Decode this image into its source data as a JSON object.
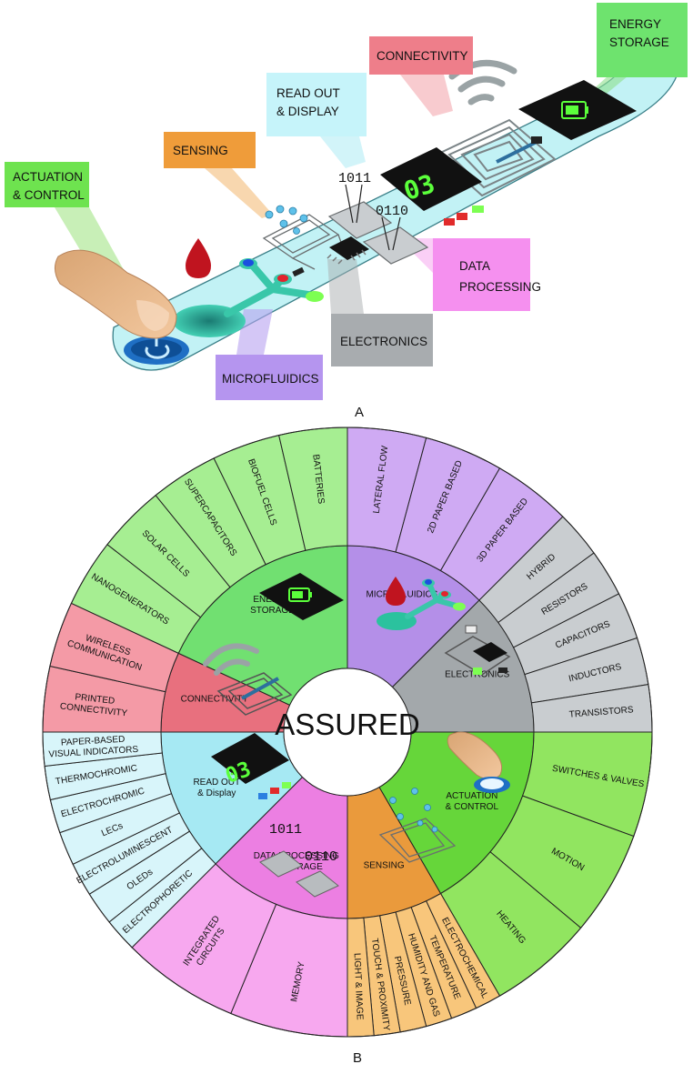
{
  "panel_a": {
    "letter": "A",
    "labels": {
      "actuation": [
        "ACTUATION",
        "& CONTROL"
      ],
      "sensing": [
        "SENSING"
      ],
      "readout": [
        "READ OUT",
        "& DISPLAY"
      ],
      "connectivity": [
        "CONNECTIVITY"
      ],
      "energy": [
        "ENERGY",
        "STORAGE"
      ],
      "data": [
        "DATA",
        "PROCESSING"
      ],
      "electronics": [
        "ELECTRONICS"
      ],
      "microfluidics": [
        "MICROFLUIDICS"
      ]
    },
    "binary_1": "1011",
    "binary_2": "0110",
    "display_digits": "03"
  },
  "panel_b": {
    "letter": "B",
    "center": "ASSURED",
    "categories": {
      "energy": {
        "label": [
          "ENERGY",
          "STORAGE"
        ],
        "color": "#71e071",
        "outer_color": "#a6ee92",
        "items": [
          "NANOGENERATORS",
          "SOLAR CELLS",
          "SUPERCAPACITORS",
          "BIOFUEL CELLS",
          "BATTERIES"
        ]
      },
      "microfluidics": {
        "label": [
          "MICROFLUIDICS"
        ],
        "color": "#b48fe8",
        "outer_color": "#cfaaf3",
        "items": [
          "LATERAL FLOW",
          "2D PAPER BASED",
          "3D PAPER BASED"
        ]
      },
      "electronics": {
        "label": [
          "ELECTRONICS"
        ],
        "color": "#a3a8ab",
        "outer_color": "#c9cdd0",
        "items": [
          "HYBRID",
          "RESISTORS",
          "CAPACITORS",
          "INDUCTORS",
          "TRANSISTORS"
        ]
      },
      "actuation": {
        "label": [
          "ACTUATION",
          "& CONTROL"
        ],
        "color": "#66d63a",
        "outer_color": "#91e560",
        "items": [
          "SWITCHES & VALVES",
          "MOTION",
          "HEATING"
        ]
      },
      "sensing": {
        "label": [
          "SENSING"
        ],
        "color": "#ea9a3c",
        "outer_color": "#f8c67b",
        "items": [
          "ELECTROCHEMICAL",
          "TEMPERATURE",
          "HUMIDITY AND GAS",
          "PRESSURE",
          "TOUCH & PROXIMITY",
          "LIGHT & IMAGE"
        ]
      },
      "data": {
        "label": [
          "DATA PROCESSING",
          "& STORAGE"
        ],
        "color": "#ec7fe2",
        "outer_color": "#f7a8ef",
        "items": [
          "MEMORY",
          [
            "INTEGRATED",
            "CIRCUITS"
          ]
        ]
      },
      "readout": {
        "label": [
          "READ OUT",
          "& Display"
        ],
        "color": "#a6e9f3",
        "outer_color": "#d8f5fa",
        "items": [
          "ELECTROPHORETIC",
          "OLEDs",
          "ELECTROLUMINESCENT",
          "LECs",
          "ELECTROCHROMIC",
          "THERMOCHROMIC",
          [
            "PAPER-BASED",
            "VISUAL INDICATORS"
          ]
        ]
      },
      "connectivity": {
        "label": [
          "CONNECTIVITY"
        ],
        "color": "#e8707e",
        "outer_color": "#f49aa6",
        "items": [
          [
            "PRINTED",
            "CONNECTIVITY"
          ],
          [
            "WIRELESS",
            "COMMUNICATION"
          ]
        ]
      }
    }
  }
}
